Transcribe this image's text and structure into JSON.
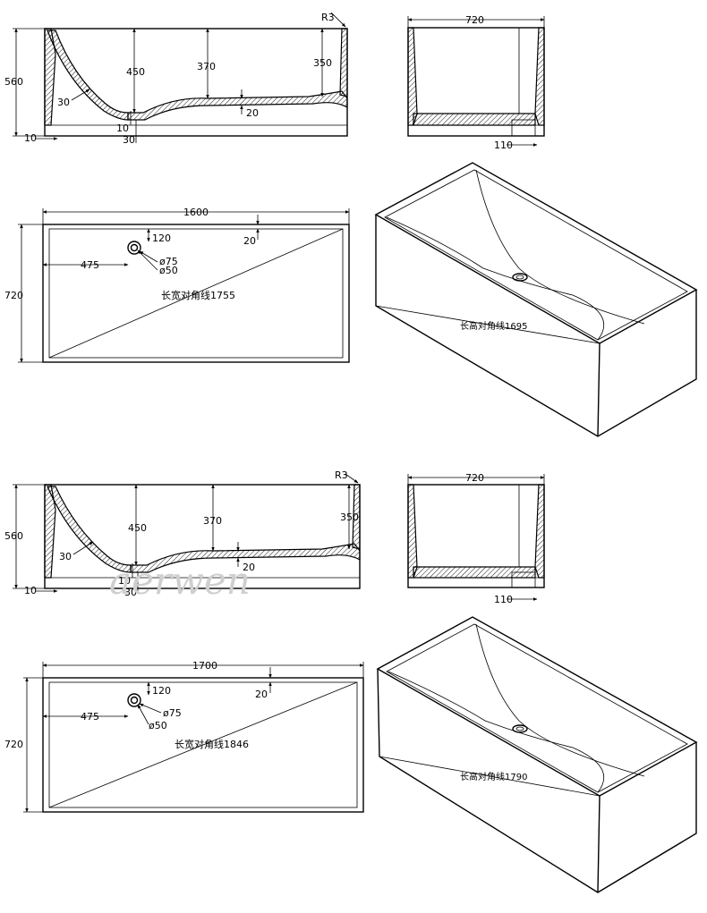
{
  "set1": {
    "side": {
      "height": "560",
      "depth_drain": "450",
      "depth_mid": "370",
      "depth_end": "350",
      "radius": "R3",
      "wall": "30",
      "wall_bottom": "10",
      "base": "10",
      "base2": "30",
      "floor": "20"
    },
    "front": {
      "width": "720",
      "foot": "110"
    },
    "plan": {
      "length": "1600",
      "width": "720",
      "drain_offset_x": "475",
      "drain_offset_y": "120",
      "rim": "20",
      "drain_outer": "ø75",
      "drain_inner": "ø50",
      "diagonal": "长宽对角线1755"
    },
    "iso": {
      "diagonal": "长高对角线1695"
    }
  },
  "set2": {
    "side": {
      "height": "560",
      "depth_drain": "450",
      "depth_mid": "370",
      "depth_end": "350",
      "radius": "R3",
      "wall": "30",
      "wall_bottom": "10",
      "base": "10",
      "base2": "30",
      "floor": "20"
    },
    "front": {
      "width": "720",
      "foot": "110"
    },
    "plan": {
      "length": "1700",
      "width": "720",
      "drain_offset_x": "475",
      "drain_offset_y": "120",
      "rim": "20",
      "drain_outer": "ø75",
      "drain_inner": "ø50",
      "diagonal": "长宽对角线1846"
    },
    "iso": {
      "diagonal": "长高对角线1790"
    }
  },
  "watermark": "aerwen"
}
